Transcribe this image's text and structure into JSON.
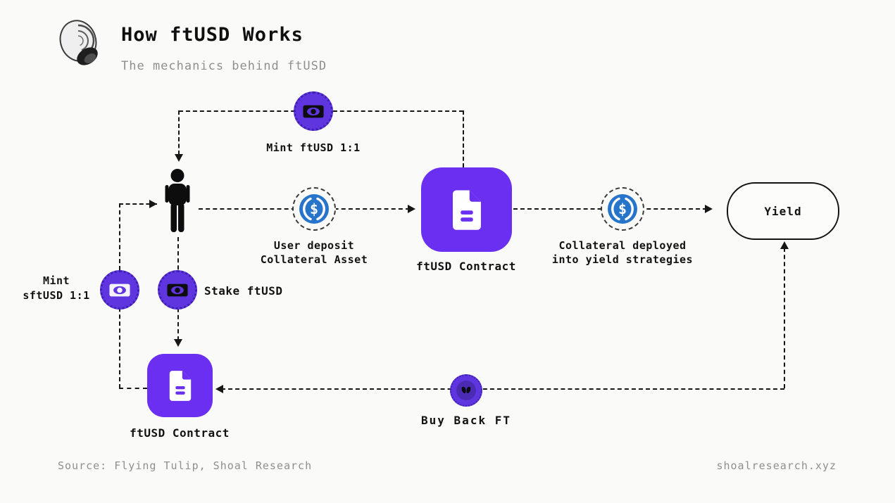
{
  "colors": {
    "background": "#fafaf9",
    "box_purple": "#6a2ff0",
    "coin_purple": "#5f35e0",
    "coin_purple_dark": "#4b2bb4",
    "usdc_blue": "#2775ca",
    "line": "#161616",
    "text": "#141414",
    "muted": "#8f8f8f"
  },
  "icons": {
    "logo": "shell-logo",
    "user": "person-icon",
    "mint_coin": "banknote-coin-icon",
    "mint_coin_light": "banknote-coin-light-icon",
    "collateral_coin": "usdc-coin-icon",
    "ft_token": "ft-butterfly-icon",
    "contract": "document-icon"
  },
  "header": {
    "title": "How ftUSD Works",
    "subtitle": "The mechanics behind ftUSD"
  },
  "diagram": {
    "mint_ftusd_label": "Mint ftUSD 1:1",
    "user_deposit_line1": "User deposit",
    "user_deposit_line2": "Collateral Asset",
    "contract_top_label": "ftUSD Contract",
    "collateral_line1": "Collateral deployed",
    "collateral_line2": "into yield strategies",
    "yield_label": "Yield",
    "mint_sftusd_line1": "Mint",
    "mint_sftusd_line2": "sftUSD 1:1",
    "stake_label": "Stake ftUSD",
    "buyback_label": "Buy Back FT",
    "contract_bottom_label": "ftUSD Contract"
  },
  "footer": {
    "source": "Source: Flying Tulip, Shoal Research",
    "website": "shoalresearch.xyz"
  }
}
